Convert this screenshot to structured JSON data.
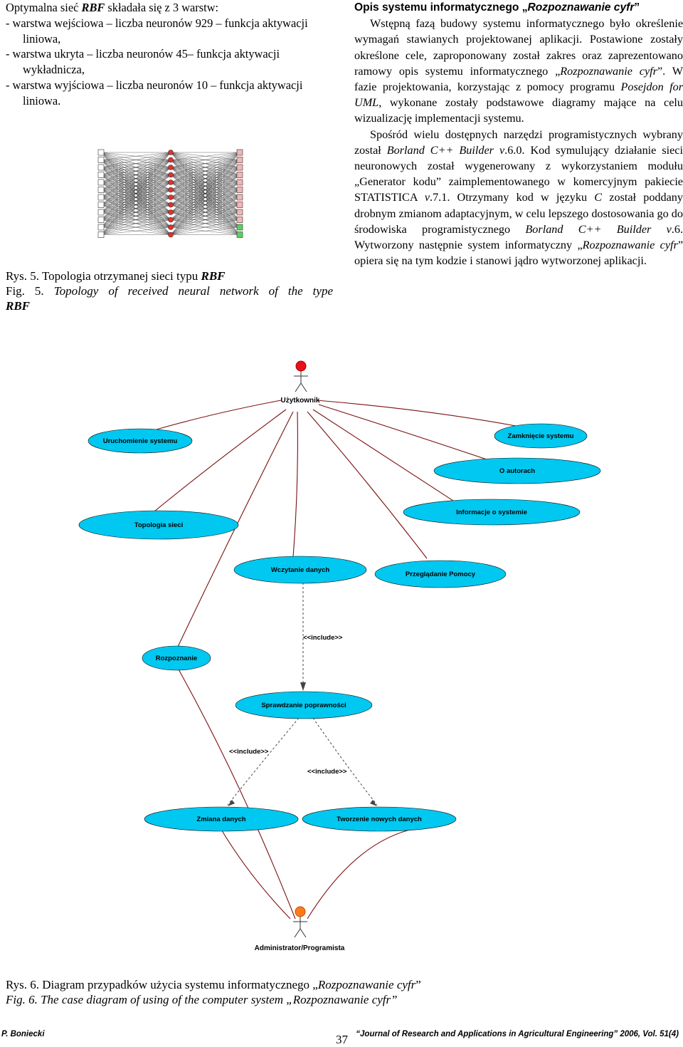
{
  "left_column": {
    "intro_pre": "Optymalna sieć ",
    "intro_em": "RBF",
    "intro_post": " składała się z 3 warstw:",
    "layers": [
      "- warstwa wejściowa – liczba neuronów 929 – funkcja aktywacji liniowa,",
      "- warstwa ukryta – liczba neuronów 45– funkcja aktywacji wykładnicza,",
      "- warstwa wyjściowa – liczba neuronów 10 – funkcja aktywacji liniowa."
    ],
    "fig5_pl_pre": "Rys. 5. Topologia otrzymanej sieci typu ",
    "fig5_pl_em": "RBF",
    "fig5_en_prefix": "Fig. 5. ",
    "fig5_en_em": "Topology of received neural network of the type",
    "fig5_en_tail": "RBF"
  },
  "right_column": {
    "section_title_pre": "Opis systemu informatycznego „",
    "section_title_em": "Rozpoznawanie cyfr",
    "section_title_post": "”",
    "p1_a": "Wstępną fazą budowy systemu informatycznego było określenie wymagań stawianych projektowanej aplikacji. Postawione zostały określone cele, zaproponowany został zakres oraz zaprezentowano ramowy opis systemu informatycznego „",
    "p1_em1": "Rozpoznawanie cyfr",
    "p1_b": "”. W fazie projektowania, korzystając z pomocy programu ",
    "p1_em2": "Posejdon for UML",
    "p1_c": ", wykonane zostały podstawowe diagramy mające na celu wizualizację implementacji systemu.",
    "p2_a": "Spośród wielu dostępnych narzędzi programistycznych wybrany został ",
    "p2_em1": "Borland C++ Builder v",
    "p2_b": ".6.0. Kod symulujący działanie sieci neuronowych został wygenerowany z wykorzystaniem modułu „Generator kodu” zaimplementowanego w komercyjnym pakiecie STATISTICA ",
    "p2_em2": "v",
    "p2_c": ".7.1. Otrzymany kod w języku ",
    "p2_em3": "C",
    "p2_d": " został poddany drobnym zmianom adaptacyjnym, w celu lepszego dostosowania go do środowiska programistycznego ",
    "p2_em4": "Borland C++ Builder v",
    "p2_e": ".6. Wytworzony następnie system informatyczny „",
    "p2_em5": "Rozpoznawanie cyfr",
    "p2_f": "” opiera się na tym kodzie i stanowi jądro wytworzonej aplikacji."
  },
  "use_case_diagram": {
    "actor_top": "Użytkownik",
    "actor_bottom": "Administrator/Programista",
    "use_cases": [
      "Uruchomienie systemu",
      "Zamknięcie systemu",
      "O autorach",
      "Informacje o systemie",
      "Topologia sieci",
      "Wczytanie danych",
      "Przeglądanie Pomocy",
      "Rozpoznanie",
      "Sprawdzanie poprawności",
      "Zmiana danych",
      "Tworzenie nowych danych"
    ],
    "include_labels": [
      "<<include>>",
      "<<include>>",
      "<<include>>"
    ],
    "colors": {
      "use_case_fill": "#00c8f0",
      "actor_top_head": "#e8101c",
      "actor_bottom_head": "#ff7a1a"
    }
  },
  "fig6": {
    "pl_pre": "Rys. 6. Diagram przypadków użycia systemu informatycznego „",
    "pl_em": "Rozpoznawanie cyfr",
    "pl_post": "”",
    "en": "Fig. 6. The case diagram of using of the computer system „Rozpoznawanie cyfr”"
  },
  "footer": {
    "author": "P. Boniecki",
    "page_number": "37",
    "journal": "“Journal of Research and Applications in Agricultural Engineering” 2006, Vol. 51(4)"
  }
}
